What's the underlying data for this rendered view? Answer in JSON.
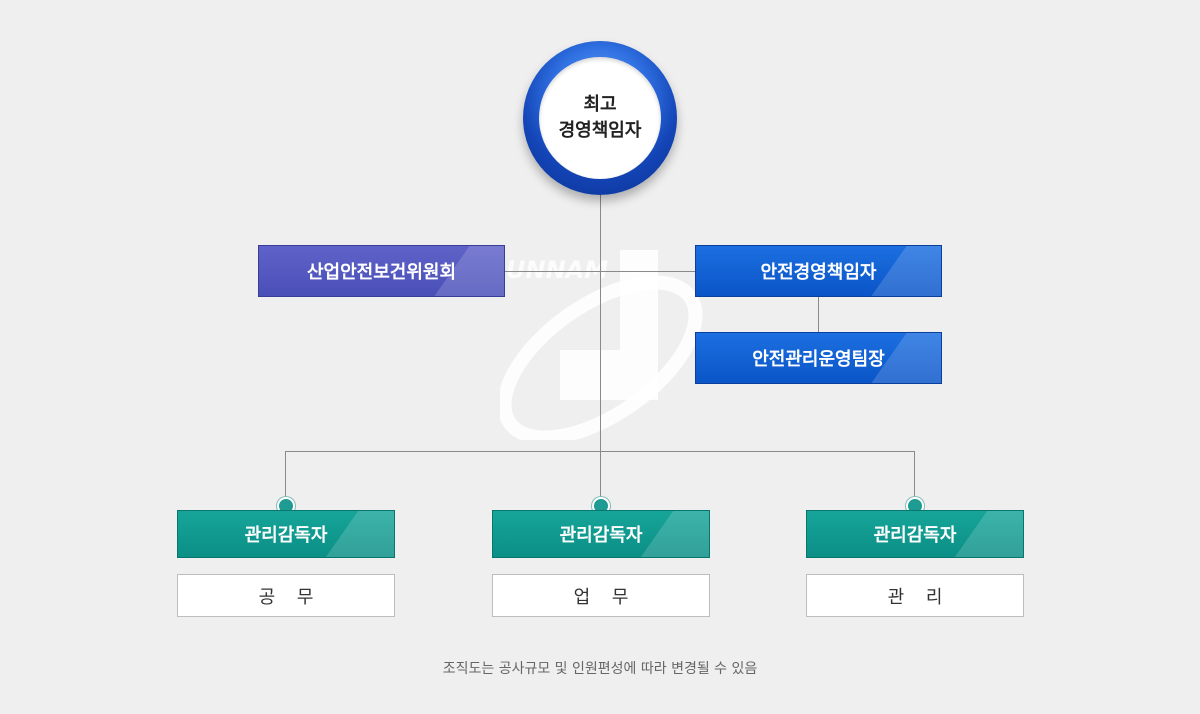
{
  "top": {
    "line1": "최고",
    "line2": "경영책임자"
  },
  "committee": "산업안전보건위원회",
  "safety_exec": "안전경영책임자",
  "safety_team": "안전관리운영팀장",
  "supervisors": [
    {
      "title": "관리감독자",
      "dept": "공 무"
    },
    {
      "title": "관리감독자",
      "dept": "업 무"
    },
    {
      "title": "관리감독자",
      "dept": "관 리"
    }
  ],
  "footnote": "조직도는 공사규모 및 인원편성에 따라 변경될 수 있음",
  "watermark_text": "UNNAM",
  "colors": {
    "purple": "#4a4fb8",
    "blue": "#0a55c8",
    "teal": "#0b8f86",
    "circle": "#1446b8"
  }
}
